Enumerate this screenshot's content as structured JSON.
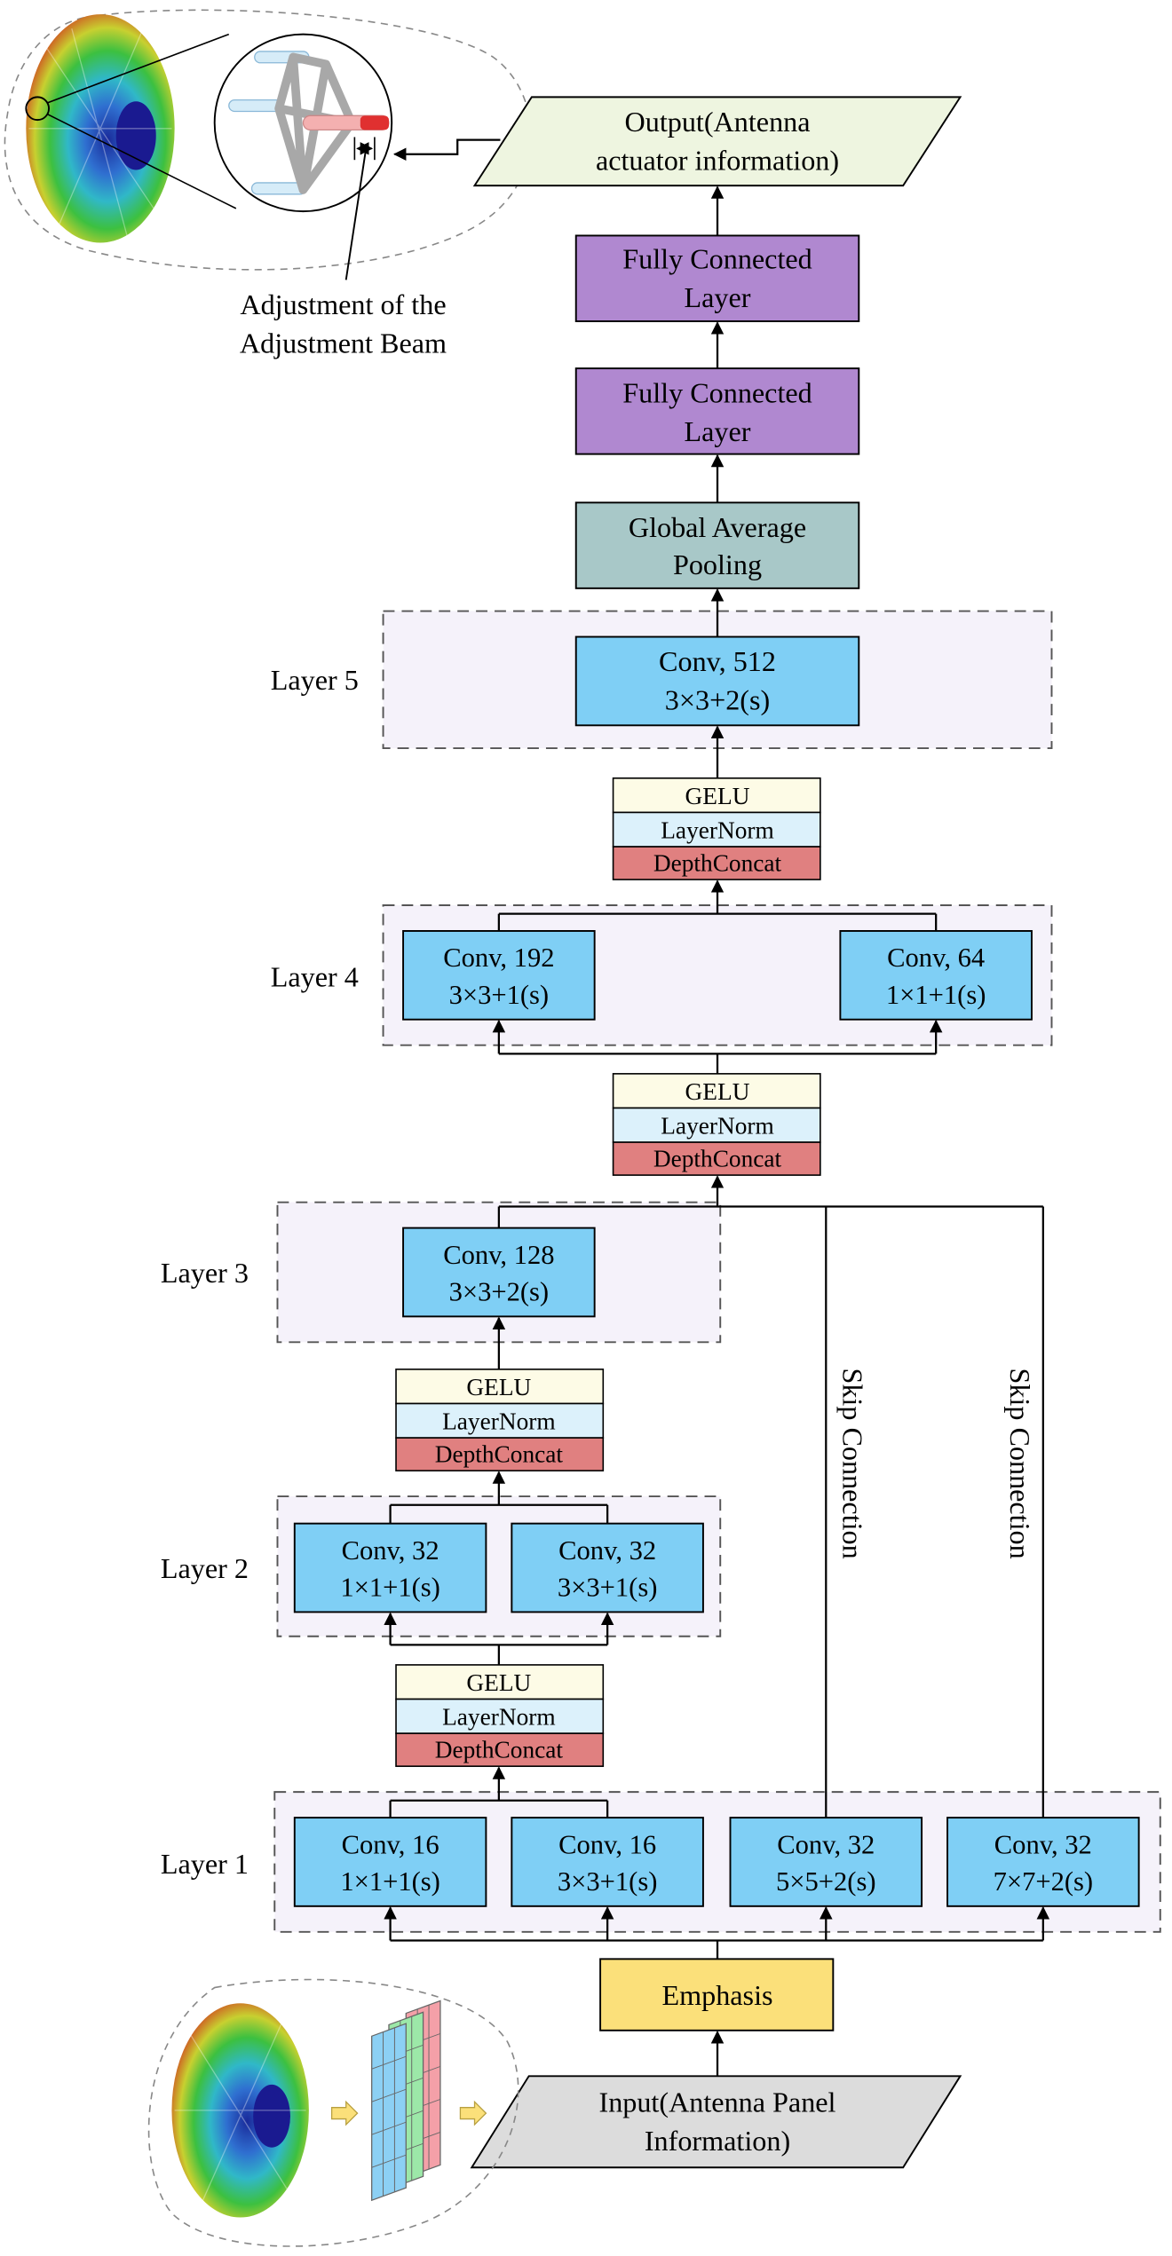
{
  "output": {
    "line1": "Output(Antenna",
    "line2": "actuator information)"
  },
  "fc1": {
    "line1": "Fully Connected",
    "line2": "Layer"
  },
  "fc2": {
    "line1": "Fully Connected",
    "line2": "Layer"
  },
  "gap": {
    "line1": "Global Average",
    "line2": "Pooling"
  },
  "adjustment_note": {
    "line1": "Adjustment of the",
    "line2": "Adjustment Beam"
  },
  "layer_labels": {
    "l1": "Layer 1",
    "l2": "Layer 2",
    "l3": "Layer 3",
    "l4": "Layer 4",
    "l5": "Layer 5"
  },
  "layer5": {
    "conv_title": "Conv, 512",
    "conv_spec": "3×3+2(s)"
  },
  "layer4": {
    "left_title": "Conv, 192",
    "left_spec": "3×3+1(s)",
    "right_title": "Conv, 64",
    "right_spec": "1×1+1(s)"
  },
  "layer3": {
    "conv_title": "Conv, 128",
    "conv_spec": "3×3+2(s)"
  },
  "layer2": {
    "left_title": "Conv, 32",
    "left_spec": "1×1+1(s)",
    "right_title": "Conv, 32",
    "right_spec": "3×3+1(s)"
  },
  "layer1": {
    "c1_title": "Conv, 16",
    "c1_spec": "1×1+1(s)",
    "c2_title": "Conv, 16",
    "c2_spec": "3×3+1(s)",
    "c3_title": "Conv, 32",
    "c3_spec": "5×5+2(s)",
    "c4_title": "Conv, 32",
    "c4_spec": "7×7+2(s)"
  },
  "norm_stack": {
    "gelu": "GELU",
    "layernorm": "LayerNorm",
    "depthconcat": "DepthConcat"
  },
  "skip_label": "Skip Connection",
  "emphasis": "Emphasis",
  "input": {
    "line1": "Input(Antenna Panel",
    "line2": "Information)"
  },
  "colors": {
    "conv": "#7fcff5",
    "fc": "#b088d0",
    "gap": "#a8c8c8",
    "gelu": "#fdfbe6",
    "layernorm": "#dcf1fb",
    "depthconcat": "#e08080",
    "emphasis": "#fbe07a",
    "output": "#eef5e0",
    "input": "#dcdcdc",
    "layer_bg": "#f5f2fa"
  }
}
